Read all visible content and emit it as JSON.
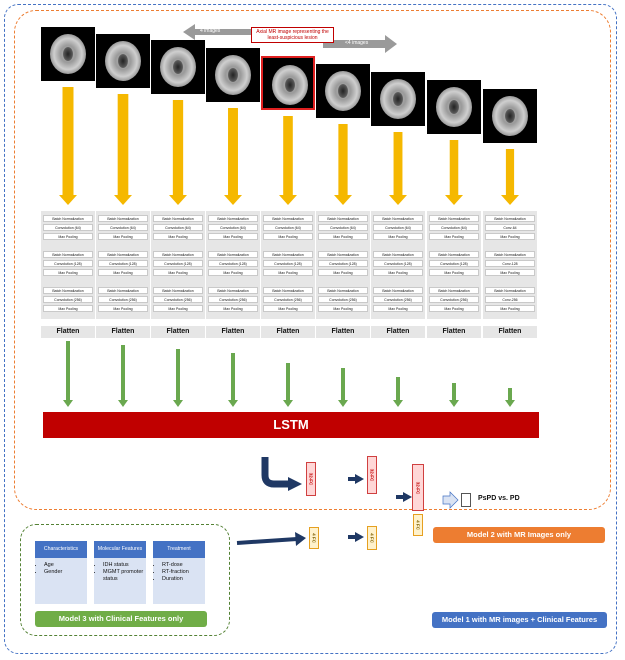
{
  "mri": {
    "count": 9,
    "highlight_index": 4,
    "callout": "Axial MR image representing the least-suspicious lesion",
    "left_arrow_label": "4 images",
    "right_arrow_label": "<4 images"
  },
  "cnn": {
    "full_layers": [
      "Batch Normalization",
      "Convolution (64)",
      "Max Pooling",
      "Batch Normalization",
      "Convolution (128)",
      "Max Pooling",
      "Batch Normalization",
      "Convolution (256)",
      "Max Pooling"
    ],
    "short_layers": [
      "Batch Normalization",
      "Conv-64",
      "Max Pooling",
      "Batch Normalization",
      "Conv-128",
      "Max Pooling",
      "Batch Normalization",
      "Conv-256",
      "Max Pooling"
    ],
    "flatten_label": "Flatten"
  },
  "lstm_label": "LSTM",
  "fc": {
    "fc32": "32-FC",
    "fc4": "4 FC"
  },
  "output_label": "PsPD vs. PD",
  "model2_label": "Model 2  with MR Images only",
  "model1_label": "Model 1 with MR images + Clinical Features",
  "model3_label": "Model 3  with Clinical Features only",
  "clinical": [
    {
      "title": "Characteristics",
      "items": [
        "Age",
        "Gender"
      ]
    },
    {
      "title": "Molecular Features",
      "items": [
        "IDH status",
        "MGMT promoter status"
      ]
    },
    {
      "title": "Treatment",
      "items": [
        "RT-dose",
        "RT-fraction",
        "Duration"
      ]
    }
  ],
  "colors": {
    "gold": "#f5b800",
    "green": "#6aa84f",
    "red": "#c00000",
    "navy": "#1f3864",
    "blue": "#4472c4",
    "orange": "#ed7d31",
    "model3": "#70ad47"
  }
}
